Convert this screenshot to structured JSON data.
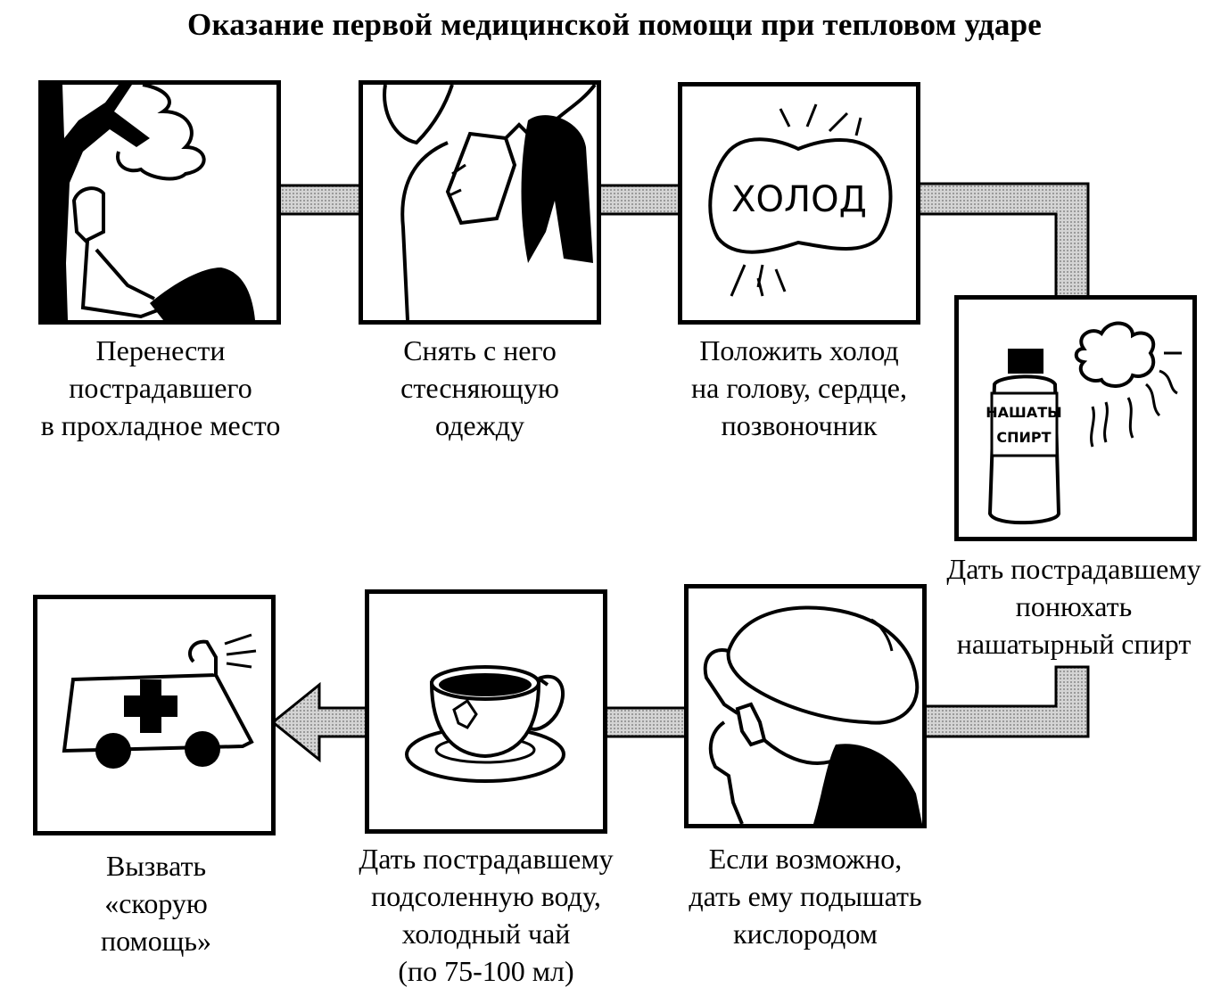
{
  "title": "Оказание первой медицинской помощи при тепловом ударе",
  "steps": [
    {
      "icon": "tree-shade-icon",
      "lines": [
        "Перенести",
        "пострадавшего",
        "в прохладное место"
      ]
    },
    {
      "icon": "remove-clothing-icon",
      "lines": [
        "Снять с него",
        "стесняющую",
        "одежду"
      ]
    },
    {
      "icon": "cold-pack-icon",
      "label": "ХОЛОД",
      "lines": [
        "Положить холод",
        "на голову, сердце,",
        "позвоночник"
      ]
    },
    {
      "icon": "ammonia-bottle-icon",
      "bottle_label": [
        "НАШАТЫ",
        "СПИРТ"
      ],
      "lines": [
        "Дать пострадавшему",
        "понюхать",
        "нашатырный  спирт"
      ]
    },
    {
      "icon": "oxygen-mask-icon",
      "lines": [
        "Если возможно,",
        "дать ему подышать",
        "кислородом"
      ]
    },
    {
      "icon": "tea-cup-icon",
      "lines": [
        "Дать пострадавшему",
        "подсоленную воду,",
        "холодный чай",
        "(по 75-100 мл)"
      ]
    },
    {
      "icon": "ambulance-icon",
      "lines": [
        "Вызвать",
        "«скорую",
        "помощь»"
      ]
    }
  ],
  "colors": {
    "ink": "#000000",
    "connector_fill": "#c8c8c8",
    "background": "#ffffff"
  }
}
